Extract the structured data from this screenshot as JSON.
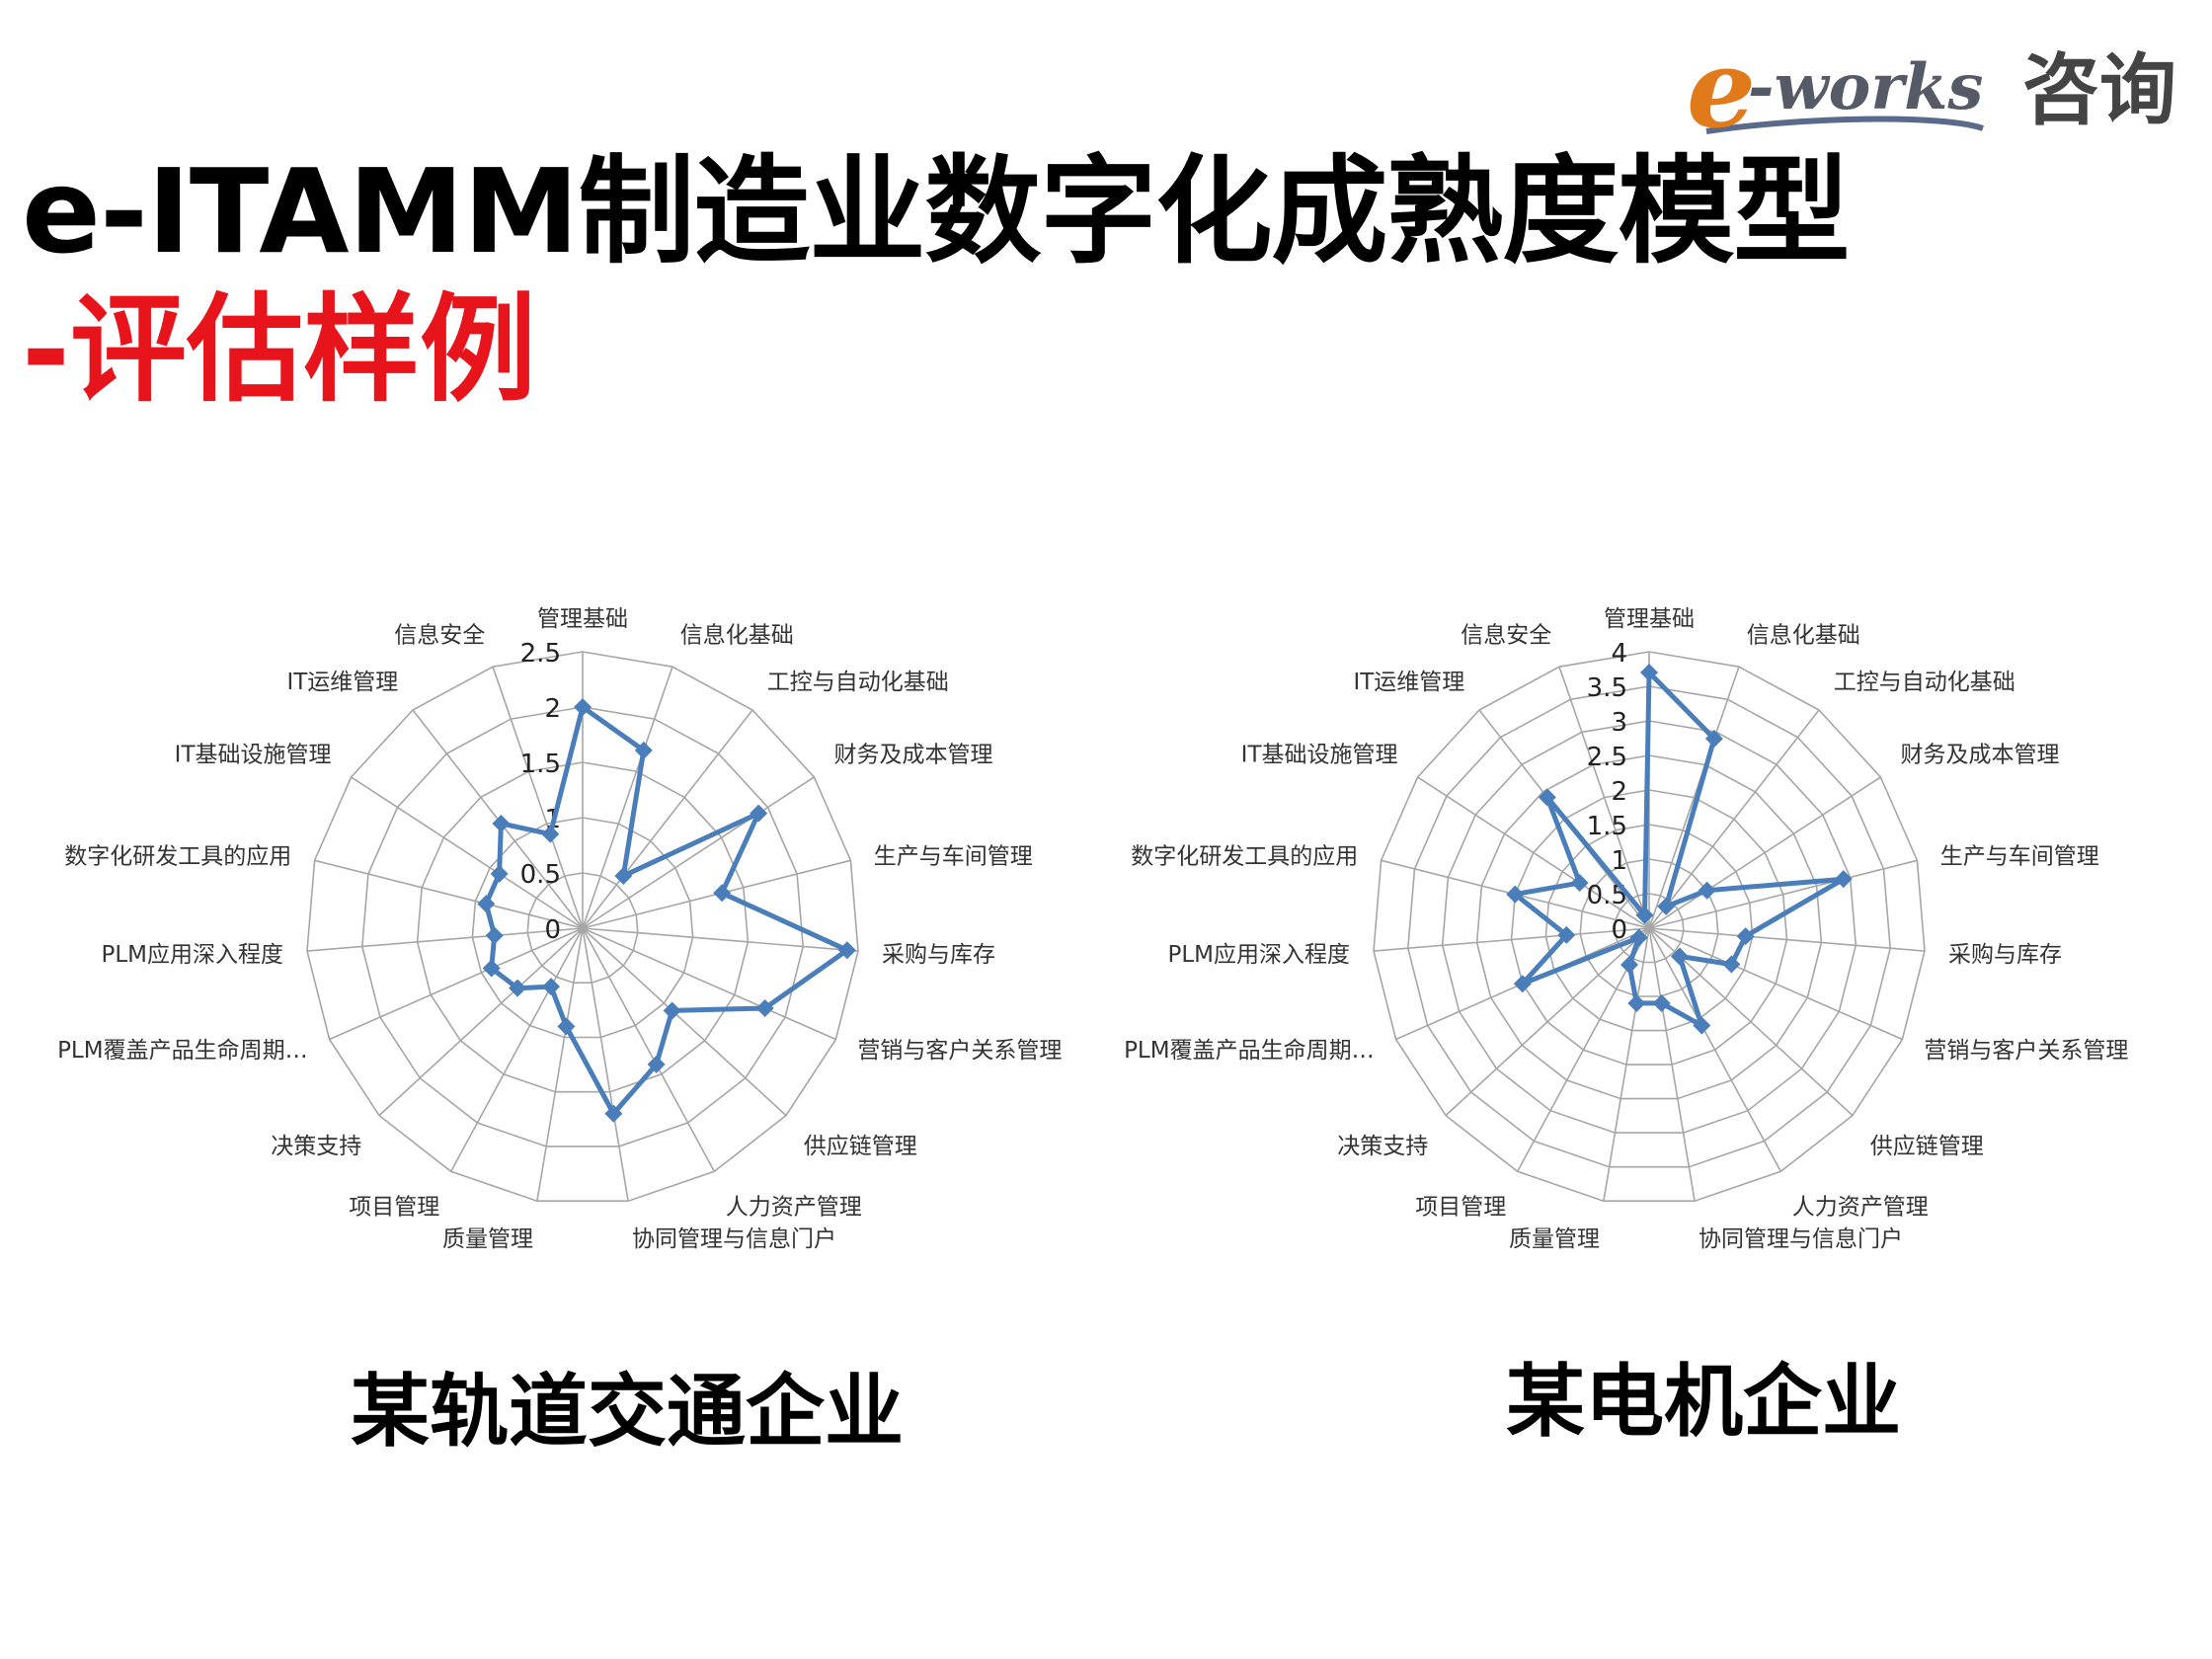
{
  "logo": {
    "e": "e",
    "text": "-works",
    "cn": "咨询"
  },
  "header": {
    "title": "e-ITAMM制造业数字化成熟度模型",
    "subtitle": "-评估样例"
  },
  "captions": {
    "left": "某轨道交通企业",
    "right": "某电机企业"
  },
  "colors": {
    "series": "#4a7ebb",
    "grid": "#a6a6a6",
    "subtitle": "#e8141c"
  },
  "chart_data": [
    {
      "type": "radar",
      "categories": [
        "管理基础",
        "信息化基础",
        "工控与自动化基础",
        "财务及成本管理",
        "生产与车间管理",
        "采购与库存",
        "营销与客户关系管理",
        "供应链管理",
        "人力资产管理",
        "协同管理与信息门户",
        "质量管理",
        "项目管理",
        "决策支持",
        "PLM覆盖产品生命周期…",
        "PLM应用深入程度",
        "数字化研发工具的应用",
        "IT基础设施管理",
        "IT运维管理",
        "信息安全"
      ],
      "ticks": [
        "0",
        "0.5",
        "1",
        "1.5",
        "2",
        "2.5"
      ],
      "rmax": 2.5,
      "values": [
        2.0,
        1.7,
        0.6,
        1.9,
        1.3,
        2.4,
        1.8,
        1.1,
        1.4,
        1.7,
        0.9,
        0.6,
        0.8,
        0.9,
        0.8,
        0.9,
        0.9,
        1.2,
        0.9
      ]
    },
    {
      "type": "radar",
      "categories": [
        "管理基础",
        "信息化基础",
        "工控与自动化基础",
        "财务及成本管理",
        "生产与车间管理",
        "采购与库存",
        "营销与客户关系管理",
        "供应链管理",
        "人力资产管理",
        "协同管理与信息门户",
        "质量管理",
        "项目管理",
        "决策支持",
        "PLM覆盖产品生命周期…",
        "PLM应用深入程度",
        "数字化研发工具的应用",
        "IT基础设施管理",
        "IT运维管理",
        "信息安全"
      ],
      "ticks": [
        "0",
        "0.5",
        "1",
        "1.5",
        "2",
        "2.5",
        "3",
        "3.5",
        "4"
      ],
      "rmax": 4,
      "values": [
        3.7,
        2.9,
        0.4,
        1.0,
        2.9,
        1.4,
        1.3,
        0.6,
        1.6,
        1.1,
        1.1,
        0.6,
        0.2,
        2.0,
        1.2,
        2.0,
        1.2,
        2.4,
        0.2
      ]
    }
  ]
}
